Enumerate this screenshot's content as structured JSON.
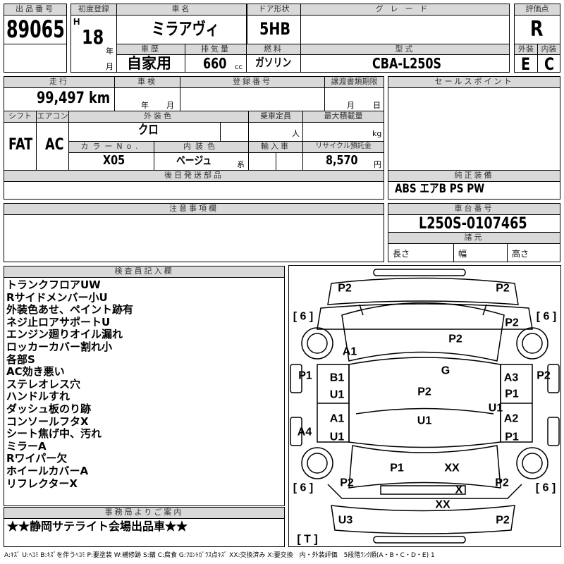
{
  "header": {
    "lot_label": "出品番号",
    "lot": "89065",
    "first_reg_label": "初度登録",
    "era": "H",
    "year": "18",
    "year_unit": "年",
    "month_unit": "月",
    "car_name_label": "車名",
    "car_name": "ミラアヴィ",
    "door_label": "ドア形状",
    "door": "5HB",
    "grade_label": "グレード",
    "grade": "",
    "score_label": "評価点",
    "score": "R",
    "history_label": "車歴",
    "history": "自家用",
    "displacement_label": "排気量",
    "displacement": "660",
    "displacement_unit": "cc",
    "fuel_label": "燃料",
    "fuel": "ガソリン",
    "model_label": "型式",
    "model": "CBA-L250S",
    "exterior_label": "外装",
    "exterior": "E",
    "interior_label": "内装",
    "interior": "C"
  },
  "details": {
    "mileage_label": "走行",
    "mileage": "99,497 km",
    "inspection_label": "車検",
    "year_unit": "年",
    "month_unit": "月",
    "reg_number_label": "登録番号",
    "transfer_label": "譲渡書類期限",
    "day_unit": "日",
    "shift_label": "シフト",
    "shift": "FAT",
    "ac_label": "エアコン",
    "ac": "AC",
    "color_label": "外装色",
    "color": "クロ",
    "capacity_label": "乗車定員",
    "person_unit": "人",
    "load_label": "最大積載量",
    "kg_unit": "kg",
    "color_no_label": "カラーNo.",
    "color_no": "X05",
    "interior_color_label": "内装色",
    "interior_color": "ベージュ",
    "interior_suffix": "系",
    "import_label": "輸入車",
    "recycle_label": "リサイクル預託金",
    "recycle": "8,570",
    "yen": "円",
    "later_parts_label": "後日発送部品"
  },
  "right": {
    "sales_point_label": "セールスポイント",
    "equipment_label": "純正装備",
    "equipment": "ABS エアB PS PW",
    "chassis_label": "車台番号",
    "chassis": "L250S-0107465",
    "specs_label": "諸元",
    "length": "長さ",
    "width": "幅",
    "height": "高さ"
  },
  "notes_label": "注意事項欄",
  "inspector": {
    "label": "検査員記入欄",
    "lines": [
      "トランクフロアUW",
      "Rサイドメンバー小U",
      "外装色あせ、ペイント跡有",
      "ネジ止ロアサポートU",
      "エンジン廻りオイル漏れ",
      "ロッカーカバー割れ小",
      "各部S",
      "AC効き悪い",
      "ステレオレス穴",
      "ハンドルすれ",
      "ダッシュ板のり跡",
      "コンソールフタX",
      "シート焦げ中、汚れ",
      "ミラーA",
      "Rワイパー欠",
      "ホイールカバーA",
      "リフレクターX"
    ]
  },
  "office": {
    "label": "事務局よりご案内",
    "text": "★★静岡サテライト会場出品車★★"
  },
  "diagram": {
    "marks": [
      "P2",
      "P2",
      "[ 6 ]",
      "[ 6 ]",
      "P2",
      "P2",
      "A1",
      "G",
      "P1",
      "B1",
      "A3",
      "P2",
      "U1",
      "P2",
      "P1",
      "U1",
      "A1",
      "U1",
      "A2",
      "A4",
      "U1",
      "P1",
      "P1",
      "XX",
      "P2",
      "[ 6 ]",
      "P2",
      "[ 6 ]",
      "X",
      "XX",
      "U3",
      "P2",
      "[ T ]"
    ]
  },
  "legend": "A:ｷｽﾞ U:ﾍｺﾐ B:ｷｽﾞを伴うﾍｺﾐ P:要塗装 W:補修跡 S:錆 C:腐食 G:ﾌﾛﾝﾄｶﾞﾗｽ点ｷｽﾞ XX:交換済み X:要交換　内・外装評価　5段階ﾗﾝｸ順(A・B・C・D・E) 1"
}
